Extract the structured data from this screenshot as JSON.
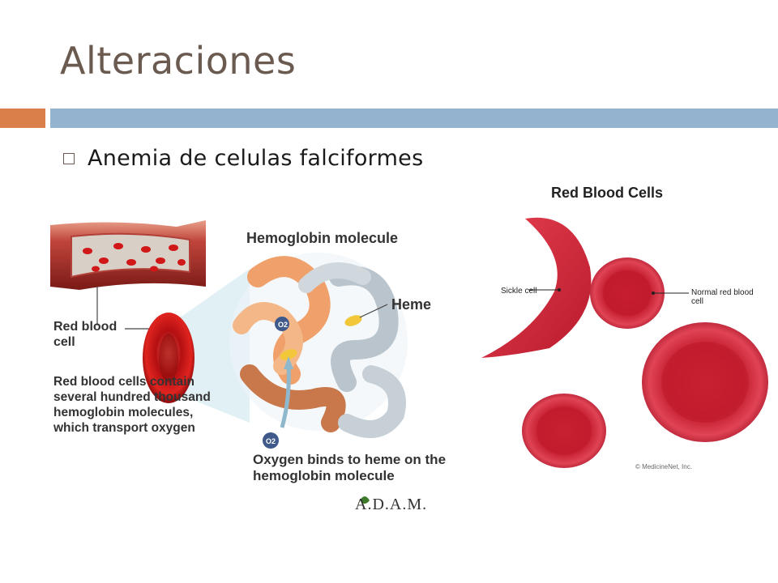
{
  "slide": {
    "title": "Alteraciones",
    "bullet": "Anemia de celulas falciformes"
  },
  "left_figure": {
    "hemoglobin_label": "Hemoglobin molecule",
    "heme_label": "Heme",
    "red_blood_cell_label": "Red blood cell",
    "rbc_description": "Red blood cells contain several hundred thousand hemoglobin molecules, which transport oxygen",
    "oxygen_label": "Oxygen binds to heme on the hemoglobin molecule",
    "o2_symbol": "O2",
    "logo": "A.D.A.M."
  },
  "right_figure": {
    "title": "Red Blood Cells",
    "sickle_label": "Sickle cell",
    "normal_label": "Normal red blood cell",
    "copyright": "© MedicineNet, Inc."
  },
  "colors": {
    "title": "#6b5a50",
    "accent_orange": "#d9804a",
    "accent_blue": "#93b3cf",
    "blood_red": "#c8102e"
  }
}
